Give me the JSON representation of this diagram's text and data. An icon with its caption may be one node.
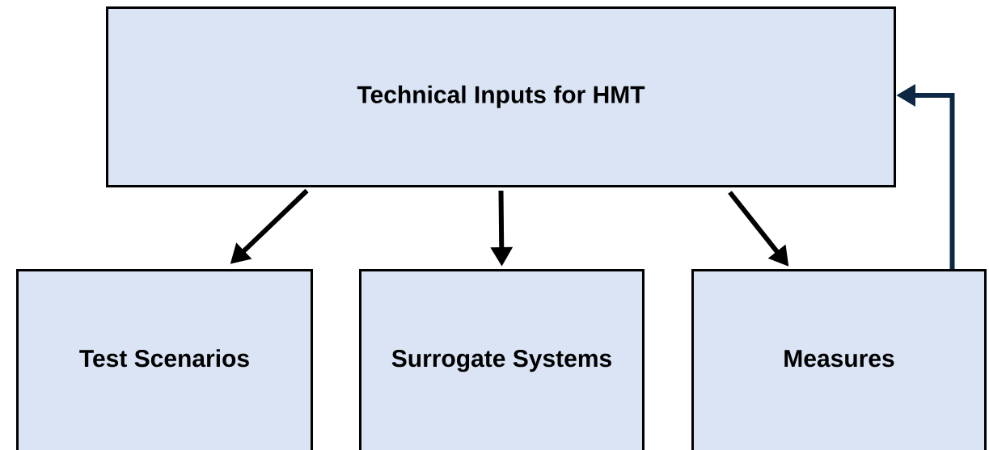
{
  "diagram": {
    "nodes": [
      {
        "text": [
          "Technical Inputs for HMT"
        ]
      },
      {
        "text": [
          "Test Scenarios"
        ]
      },
      {
        "text": [
          "Surrogate Systems"
        ]
      },
      {
        "text": [
          "Measures"
        ]
      }
    ],
    "edges": [
      {
        "from": 0,
        "to": 1,
        "arrow": "to"
      },
      {
        "from": 0,
        "to": 2,
        "arrow": "to"
      },
      {
        "from": 0,
        "to": 3,
        "arrow": "to"
      },
      {
        "from": 3,
        "to": 0,
        "arrow": "to",
        "color": "#0d2744"
      }
    ]
  }
}
